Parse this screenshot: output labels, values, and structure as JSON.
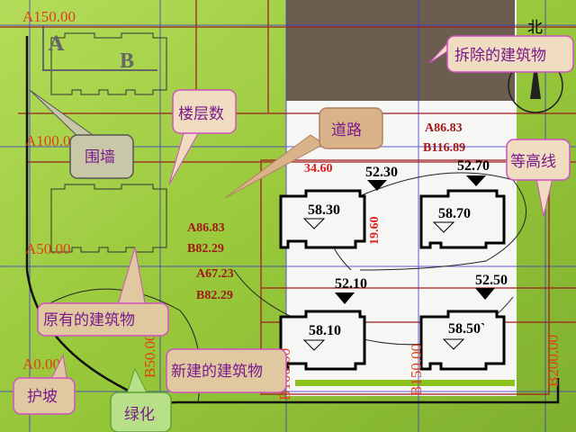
{
  "colors": {
    "background": "#9ccc3c",
    "demolish_area": "#6b5d4f",
    "site": "#f6f6f4",
    "grid_blue": "#3a3ad0",
    "grid_red": "#a02020",
    "coord_text": "#e0401a",
    "callout_text": "#7a1a8a"
  },
  "north_label": "北",
  "legend_letters": {
    "a": "A",
    "b": "B"
  },
  "coords": {
    "a150": "A150.00",
    "a100": "A100.00",
    "a50": "A50.00",
    "a0": "A0.00",
    "b50": "B50.00",
    "b100": "B100.00",
    "b150": "B150.00",
    "b200": "B200.00"
  },
  "dims": {
    "corner_a": "A86.83",
    "corner_b": "B116.89",
    "p1_a": "A86.83",
    "p1_b": "B82.29",
    "p2_a": "A67.23",
    "p2_b": "B82.29",
    "spacing_h": "34.60",
    "spacing_v": "19.60"
  },
  "buildings": [
    {
      "elev": "58.30"
    },
    {
      "elev": "58.70"
    },
    {
      "elev": "58.10"
    },
    {
      "elev": "58.50`"
    }
  ],
  "ground_elevations": [
    "52.30",
    "52.70",
    "52.10",
    "52.50"
  ],
  "callouts": {
    "demolish": "拆除的建筑物",
    "floors": "楼层数",
    "road": "道路",
    "contour": "等高线",
    "wall": "围墙",
    "existing": "原有的建筑物",
    "new_building": "新建的建筑物",
    "slope": "护坡",
    "green": "绿化"
  }
}
